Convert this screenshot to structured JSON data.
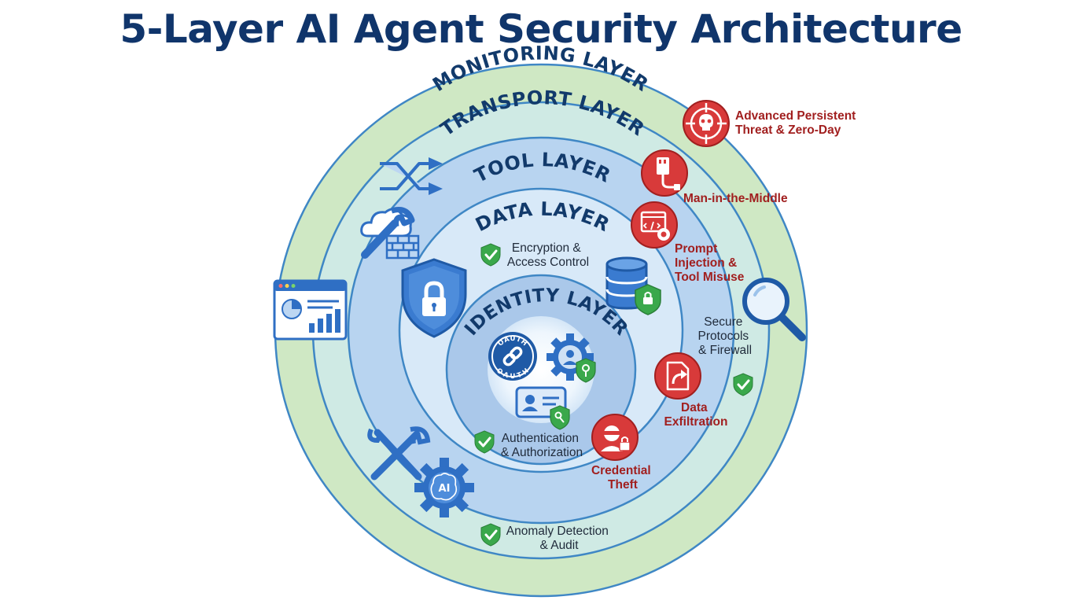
{
  "title": "5-Layer AI Agent Security Architecture",
  "layers": [
    {
      "id": "monitoring",
      "name": "MONITORING LAYER",
      "color": "#cfe8c4"
    },
    {
      "id": "transport",
      "name": "TRANSPORT LAYER",
      "color": "#cfeae4"
    },
    {
      "id": "tool",
      "name": "TOOL LAYER",
      "color": "#b8d4f0"
    },
    {
      "id": "data",
      "name": "DATA LAYER",
      "color": "#d8e9f8"
    },
    {
      "id": "identity",
      "name": "IDENTITY LAYER",
      "color": "#aac8ea"
    }
  ],
  "defenses": {
    "encryption": [
      "Encryption &",
      "Access Control"
    ],
    "authentication": [
      "Authentication",
      "& Authorization"
    ],
    "protocols": [
      "Secure",
      "Protocols",
      "& Firewall"
    ],
    "anomaly": [
      "Anomaly Detection",
      "& Audit"
    ]
  },
  "threats": {
    "apt": [
      "Advanced Persistent",
      "Threat & Zero-Day"
    ],
    "mitm": [
      "Man-in-the-Middle"
    ],
    "prompt": [
      "Prompt",
      "Injection &",
      "Tool Misuse"
    ],
    "exfil": [
      "Data",
      "Exfiltration"
    ],
    "credential": [
      "Credential",
      "Theft"
    ]
  },
  "icons": {
    "oauth_text": "OAUTH",
    "ai_text": "AI",
    "list": [
      "shuffle-icon",
      "cloud-icon",
      "wrench-icon",
      "firewall-icon",
      "dashboard-icon",
      "shield-lock-icon",
      "database-icon",
      "oauth-icon",
      "user-gear-icon",
      "id-card-icon",
      "tools-icon",
      "ai-brain-gear-icon",
      "magnifier-icon",
      "check-shield-icon",
      "skull-target-icon",
      "cable-plug-icon",
      "code-gear-icon",
      "file-export-icon",
      "thief-icon"
    ]
  },
  "colors": {
    "title": "#10356b",
    "layer_text": "#123a6b",
    "threat_red": "#d83a3a",
    "threat_text": "#a11f1f",
    "check_green": "#3aa84b",
    "icon_blue": "#2f6fc4",
    "ring_stroke": "#3f87c5"
  }
}
